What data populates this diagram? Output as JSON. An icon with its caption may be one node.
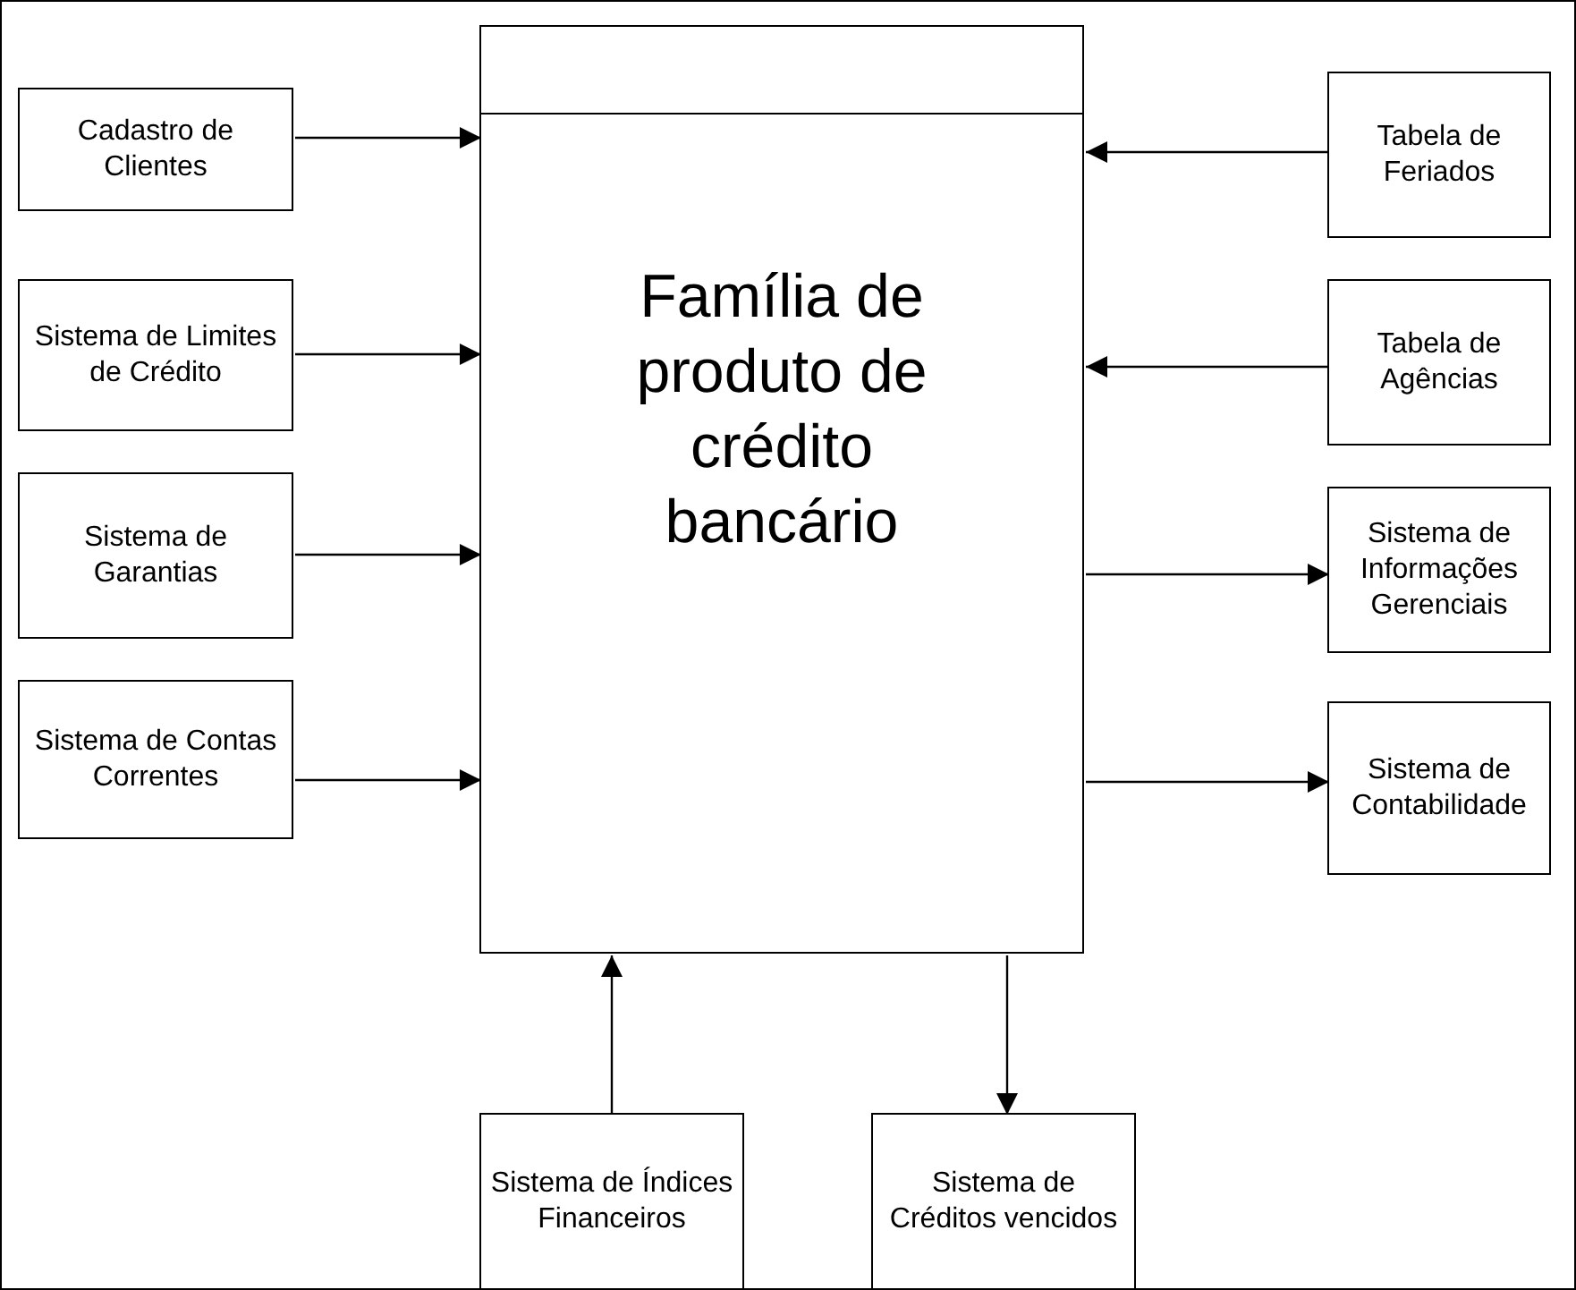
{
  "diagram": {
    "nodes": [
      {
        "text": [
          "Família de produto de crédito bancário"
        ]
      },
      {
        "text": [
          "Cadastro de Clientes"
        ]
      },
      {
        "text": [
          "Sistema de Limites de Crédito"
        ]
      },
      {
        "text": [
          "Sistema de Garantias"
        ]
      },
      {
        "text": [
          "Sistema de Contas Correntes"
        ]
      },
      {
        "text": [
          "Tabela de Feriados"
        ]
      },
      {
        "text": [
          "Tabela de Agências"
        ]
      },
      {
        "text": [
          "Sistema de Informações Gerenciais"
        ]
      },
      {
        "text": [
          "Sistema de Contabilidade"
        ]
      },
      {
        "text": [
          "Sistema de Índices Financeiros"
        ]
      },
      {
        "text": [
          "Sistema de Créditos vencidos"
        ]
      }
    ],
    "edges": [
      {
        "from": 1,
        "to": 0,
        "arrow": "to"
      },
      {
        "from": 2,
        "to": 0,
        "arrow": "to"
      },
      {
        "from": 3,
        "to": 0,
        "arrow": "to"
      },
      {
        "from": 4,
        "to": 0,
        "arrow": "to"
      },
      {
        "from": 5,
        "to": 0,
        "arrow": "to"
      },
      {
        "from": 6,
        "to": 0,
        "arrow": "to"
      },
      {
        "from": 0,
        "to": 7,
        "arrow": "to"
      },
      {
        "from": 0,
        "to": 8,
        "arrow": "to"
      },
      {
        "from": 9,
        "to": 0,
        "arrow": "to"
      },
      {
        "from": 0,
        "to": 10,
        "arrow": "to"
      }
    ]
  }
}
